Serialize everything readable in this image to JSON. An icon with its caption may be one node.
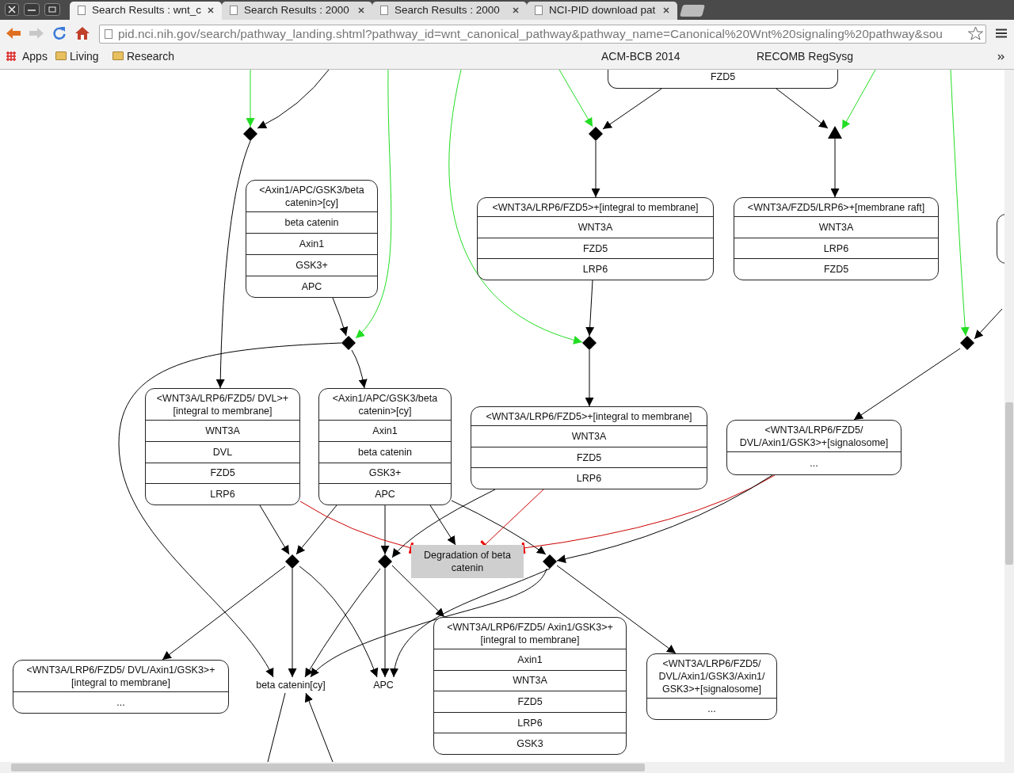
{
  "diagram": {
    "nodes": [
      {
        "text": [
          "FZD5"
        ]
      },
      {
        "text": [],
        "shape": "diamond"
      },
      {
        "text": [],
        "shape": "diamond"
      },
      {
        "text": [],
        "shape": "triangle"
      },
      {
        "text": [
          "<Axin1/APC/GSK3/beta catenin>[cy]",
          "beta catenin",
          "Axin1",
          "GSK3+",
          "APC"
        ]
      },
      {
        "text": [
          "<WNT3A/LRP6/FZD5>+[integral to membrane]",
          "WNT3A",
          "FZD5",
          "LRP6"
        ]
      },
      {
        "text": [
          "<WNT3A/FZD5/LRP6>+[membrane raft]",
          "WNT3A",
          "LRP6",
          "FZD5"
        ]
      },
      {
        "text": [],
        "shape": "box"
      },
      {
        "text": [],
        "shape": "diamond"
      },
      {
        "text": [],
        "shape": "diamond"
      },
      {
        "text": [],
        "shape": "diamond"
      },
      {
        "text": [
          "<WNT3A/LRP6/FZD5/ DVL>+[integral to membrane]",
          "WNT3A",
          "DVL",
          "FZD5",
          "LRP6"
        ]
      },
      {
        "text": [
          "<Axin1/APC/GSK3/beta catenin>[cy]",
          "Axin1",
          "beta catenin",
          "GSK3+",
          "APC"
        ]
      },
      {
        "text": [
          "<WNT3A/LRP6/FZD5>+[integral to membrane]",
          "WNT3A",
          "FZD5",
          "LRP6"
        ]
      },
      {
        "text": [
          "<WNT3A/LRP6/FZD5/ DVL/Axin1/GSK3>+[signalosome]",
          "..."
        ]
      },
      {
        "text": [],
        "shape": "diamond"
      },
      {
        "text": [],
        "shape": "diamond"
      },
      {
        "text": [
          "Degradation of beta catenin"
        ]
      },
      {
        "text": [],
        "shape": "diamond"
      },
      {
        "text": [
          "<WNT3A/LRP6/FZD5/ DVL/Axin1/GSK3>+[integral to membrane]",
          "..."
        ]
      },
      {
        "text": [
          "beta catenin[cy]"
        ]
      },
      {
        "text": [
          "APC"
        ]
      },
      {
        "text": [
          "<WNT3A/LRP6/FZD5/ Axin1/GSK3>+[integral to membrane]",
          "Axin1",
          "WNT3A",
          "FZD5",
          "LRP6",
          "GSK3"
        ]
      },
      {
        "text": [
          "<WNT3A/LRP6/FZD5/ DVL/Axin1/GSK3/Axin1/ GSK3>+[signalosome]",
          "..."
        ]
      }
    ],
    "edges": [
      {
        "from": null,
        "to": 1,
        "arrow": "to",
        "color": "#22dd22"
      },
      {
        "from": null,
        "to": 1,
        "arrow": "to"
      },
      {
        "from": 1,
        "to": 11,
        "arrow": "to"
      },
      {
        "from": null,
        "to": 8,
        "arrow": "to",
        "color": "#22dd22"
      },
      {
        "from": null,
        "to": 9,
        "arrow": "to",
        "color": "#22dd22"
      },
      {
        "from": null,
        "to": 2,
        "arrow": "to",
        "color": "#22dd22"
      },
      {
        "from": 0,
        "to": 2,
        "arrow": "to"
      },
      {
        "from": 0,
        "to": 3,
        "arrow": "to"
      },
      {
        "from": null,
        "to": 3,
        "arrow": "to",
        "color": "#22dd22"
      },
      {
        "from": 2,
        "to": 5,
        "arrow": "to"
      },
      {
        "from": 3,
        "to": 6,
        "arrow": "to"
      },
      {
        "from": 4,
        "to": 8,
        "arrow": "to"
      },
      {
        "from": 8,
        "to": 12,
        "arrow": "to"
      },
      {
        "from": 8,
        "to": 20,
        "arrow": "to"
      },
      {
        "from": 5,
        "to": 9,
        "arrow": "to"
      },
      {
        "from": 9,
        "to": 13,
        "arrow": "to"
      },
      {
        "from": null,
        "to": 10,
        "arrow": "to",
        "color": "#22dd22"
      },
      {
        "from": null,
        "to": 10,
        "arrow": "to"
      },
      {
        "from": 10,
        "to": 14,
        "arrow": "to"
      },
      {
        "from": 11,
        "to": 15,
        "arrow": "to"
      },
      {
        "from": 12,
        "to": 15,
        "arrow": "to"
      },
      {
        "from": 12,
        "to": 16,
        "arrow": "to"
      },
      {
        "from": 12,
        "to": 17,
        "arrow": "to"
      },
      {
        "from": 12,
        "to": 18,
        "arrow": "to"
      },
      {
        "from": 13,
        "to": 16,
        "arrow": "to"
      },
      {
        "from": 11,
        "to": 17,
        "arrow": "other",
        "color": "#cc0000"
      },
      {
        "from": 13,
        "to": 17,
        "arrow": "other",
        "color": "#cc0000"
      },
      {
        "from": 14,
        "to": 17,
        "arrow": "other",
        "color": "#cc0000"
      },
      {
        "from": 14,
        "to": 18,
        "arrow": "to"
      },
      {
        "from": 15,
        "to": 19,
        "arrow": "to"
      },
      {
        "from": 15,
        "to": 20,
        "arrow": "to"
      },
      {
        "from": 15,
        "to": 21,
        "arrow": "to"
      },
      {
        "from": 16,
        "to": 20,
        "arrow": "to"
      },
      {
        "from": 16,
        "to": 21,
        "arrow": "to"
      },
      {
        "from": 16,
        "to": 22,
        "arrow": "to"
      },
      {
        "from": 18,
        "to": 20,
        "arrow": "to"
      },
      {
        "from": 18,
        "to": 21,
        "arrow": "to"
      },
      {
        "from": 18,
        "to": 23,
        "arrow": "to"
      },
      {
        "from": 20,
        "to": null,
        "arrow": "none"
      },
      {
        "from": null,
        "to": 20,
        "arrow": "to"
      }
    ],
    "labels": [
      "Search Results : wnt_c",
      "Search Results : 2000",
      "Search Results : 2000",
      "NCI-PID download pat",
      "pid.nci.nih.gov/search/pathway_landing.shtml?pathway_id=wnt_canonical_pathway&pathway_name=Canonical%20Wnt%20signaling%20pathway&sou",
      "Apps",
      "Living",
      "Research",
      "ACM-BCB 2014",
      "RECOMB RegSysg"
    ]
  }
}
